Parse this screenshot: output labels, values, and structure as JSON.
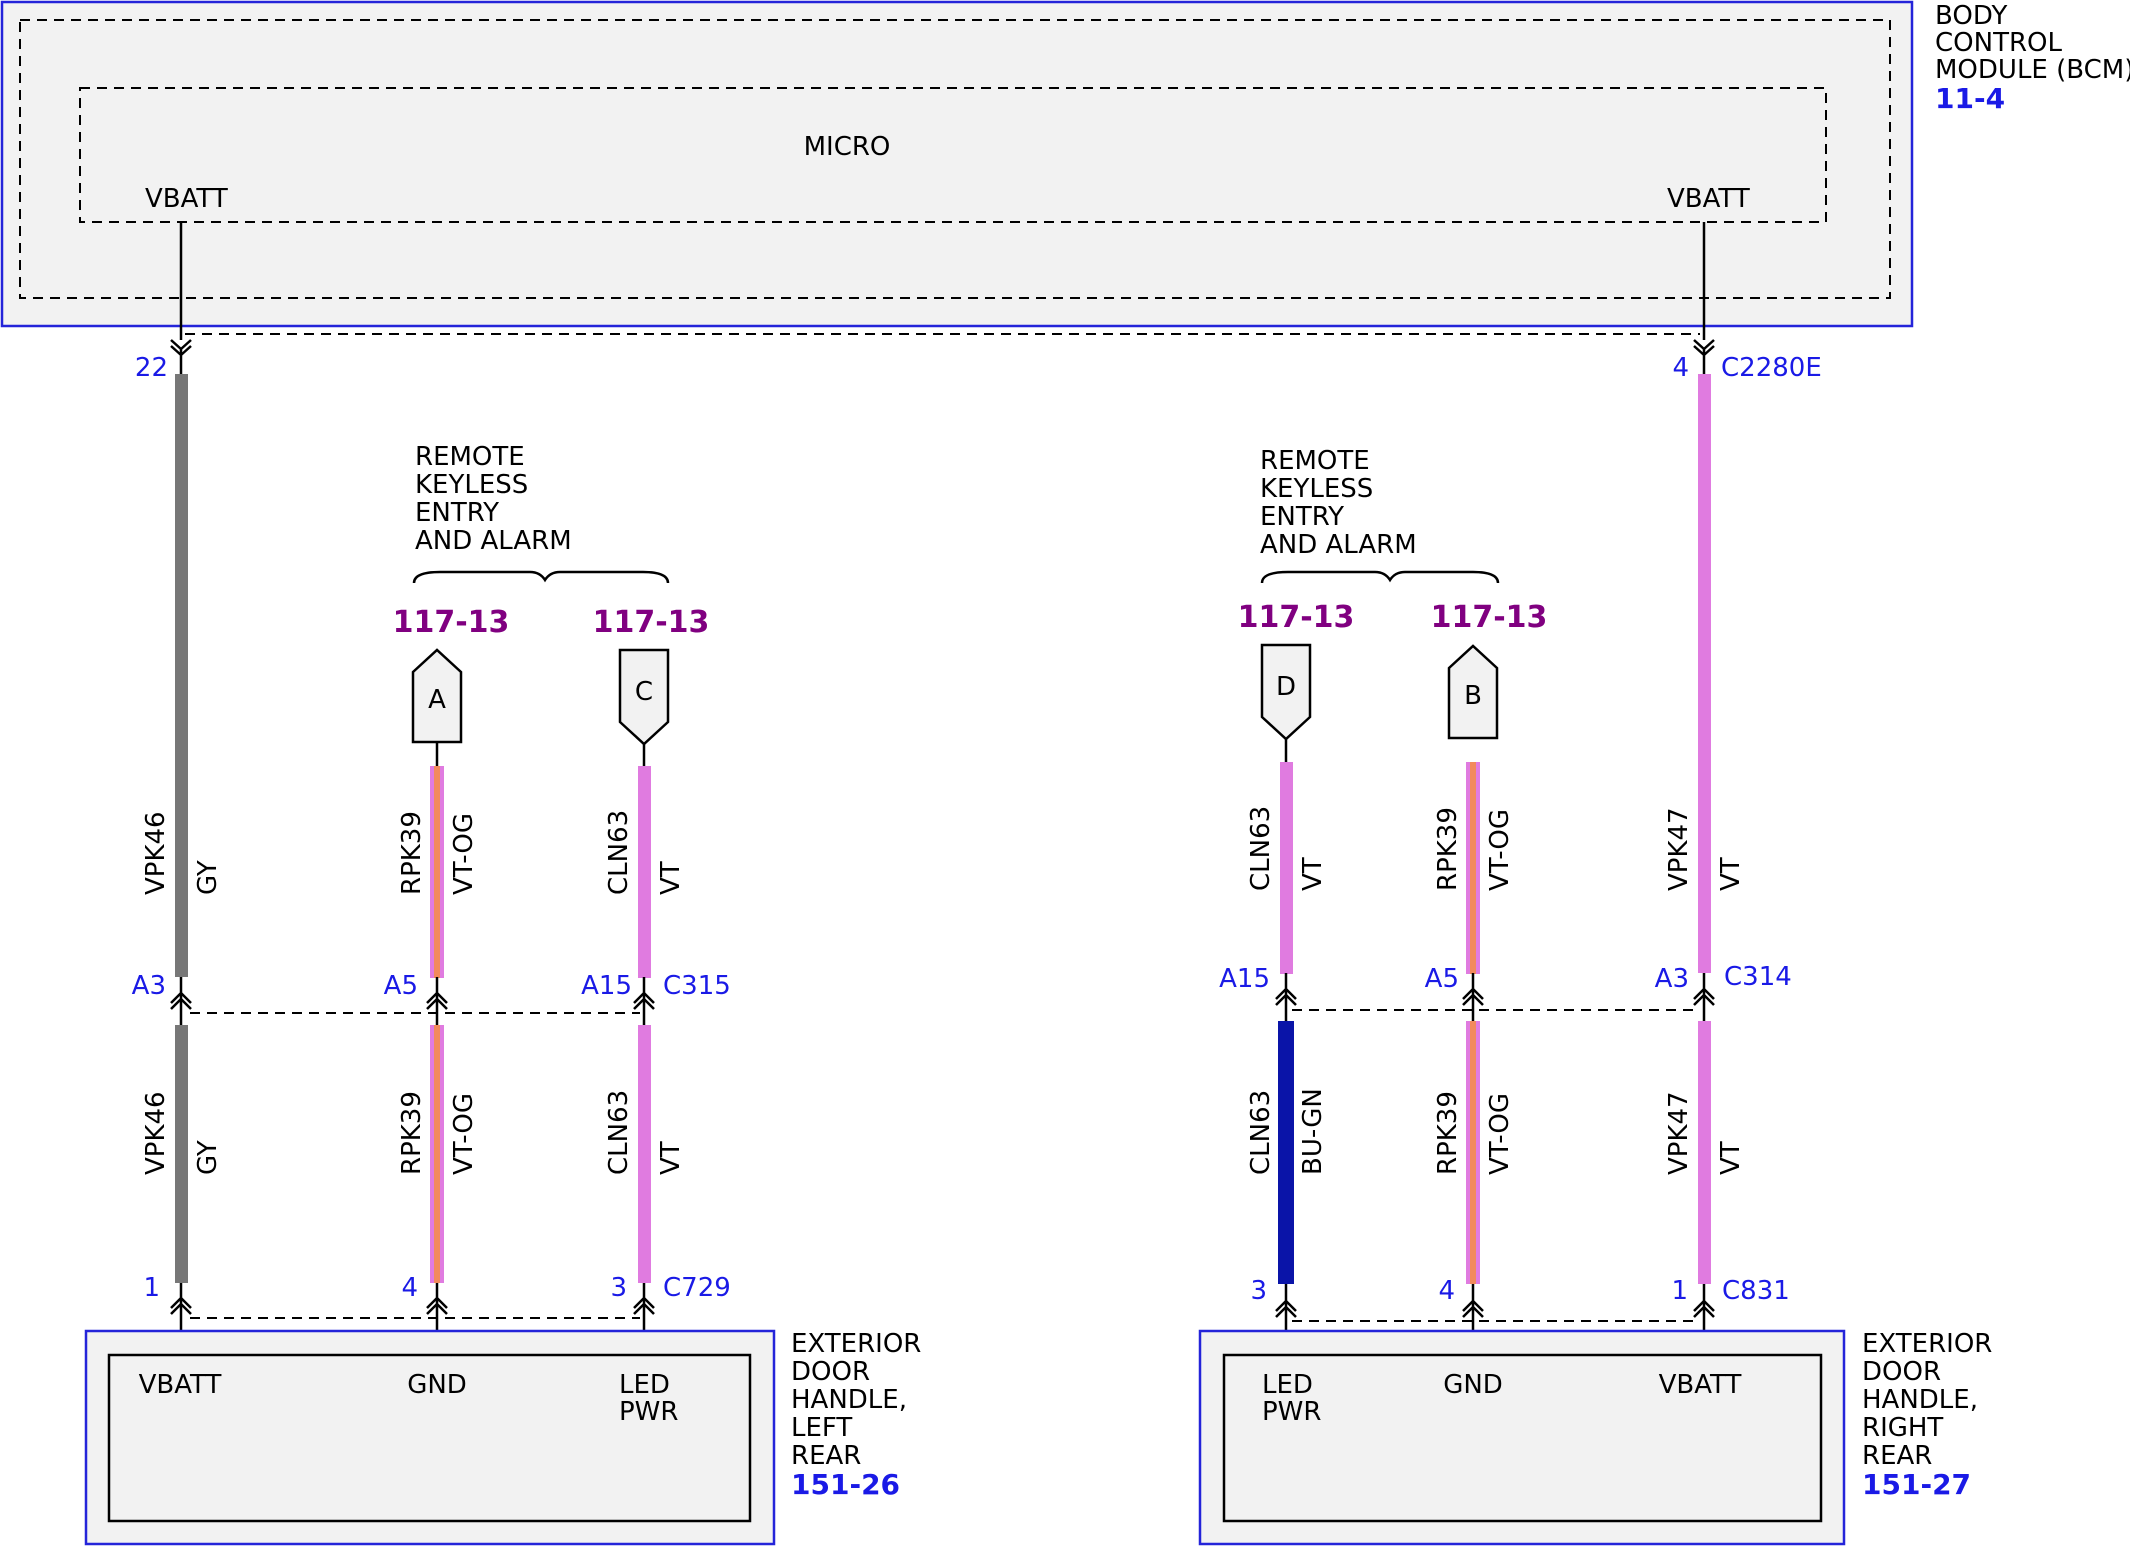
{
  "modules": {
    "bcm": {
      "name_lines": [
        "BODY",
        "CONTROL",
        "MODULE (BCM)"
      ],
      "ref": "11-4",
      "micro": "MICRO",
      "pin_left": "VBATT",
      "pin_right": "VBATT"
    },
    "left_door": {
      "name_lines": [
        "EXTERIOR",
        "DOOR",
        "HANDLE,",
        "LEFT",
        "REAR"
      ],
      "ref": "151-26",
      "pins": [
        "VBATT",
        "GND",
        "LED",
        "PWR"
      ]
    },
    "right_door": {
      "name_lines": [
        "EXTERIOR",
        "DOOR",
        "HANDLE,",
        "RIGHT",
        "REAR"
      ],
      "ref": "151-27",
      "pins": [
        "LED",
        "PWR",
        "GND",
        "VBATT"
      ]
    }
  },
  "remote_groups": [
    {
      "lines": [
        "REMOTE",
        "KEYLESS",
        "ENTRY",
        "AND ALARM"
      ]
    },
    {
      "lines": [
        "REMOTE",
        "KEYLESS",
        "ENTRY",
        "AND ALARM"
      ]
    }
  ],
  "page_refs": {
    "a": "117-13",
    "c": "117-13",
    "d": "117-13",
    "b": "117-13"
  },
  "flags": {
    "a": "A",
    "c": "C",
    "d": "D",
    "b": "B"
  },
  "connectors": {
    "bcm": "C2280E",
    "left_inline": "C315",
    "right_inline": "C314",
    "left_door": "C729",
    "right_door": "C831"
  },
  "pins": {
    "bcm_left": "22",
    "bcm_right": "4",
    "inline_w1": "A3",
    "inline_w2": "A5",
    "inline_w3": "A15",
    "inline_w4": "A15",
    "inline_w5": "A5",
    "inline_w6": "A3",
    "door_w1": "1",
    "door_w2": "4",
    "door_w3": "3",
    "door_w4": "3",
    "door_w5": "4",
    "door_w6": "1"
  },
  "wires": {
    "w1_upper": {
      "circuit": "VPK46",
      "color": "GY"
    },
    "w1_lower": {
      "circuit": "VPK46",
      "color": "GY"
    },
    "w2_upper": {
      "circuit": "RPK39",
      "color": "VT-OG"
    },
    "w2_lower": {
      "circuit": "RPK39",
      "color": "VT-OG"
    },
    "w3_upper": {
      "circuit": "CLN63",
      "color": "VT"
    },
    "w3_lower": {
      "circuit": "CLN63",
      "color": "VT"
    },
    "w4_upper": {
      "circuit": "CLN63",
      "color": "VT"
    },
    "w4_lower": {
      "circuit": "CLN63",
      "color": "BU-GN"
    },
    "w5_upper": {
      "circuit": "RPK39",
      "color": "VT-OG"
    },
    "w5_lower": {
      "circuit": "RPK39",
      "color": "VT-OG"
    },
    "w6_upper": {
      "circuit": "VPK47",
      "color": "VT"
    },
    "w6_lower": {
      "circuit": "VPK47",
      "color": "VT"
    }
  },
  "wire_colors_hex": {
    "GY": "#777777",
    "VT": "#e07be0",
    "OG": "#f28a5c",
    "BU-GN": "#0a14a8"
  }
}
